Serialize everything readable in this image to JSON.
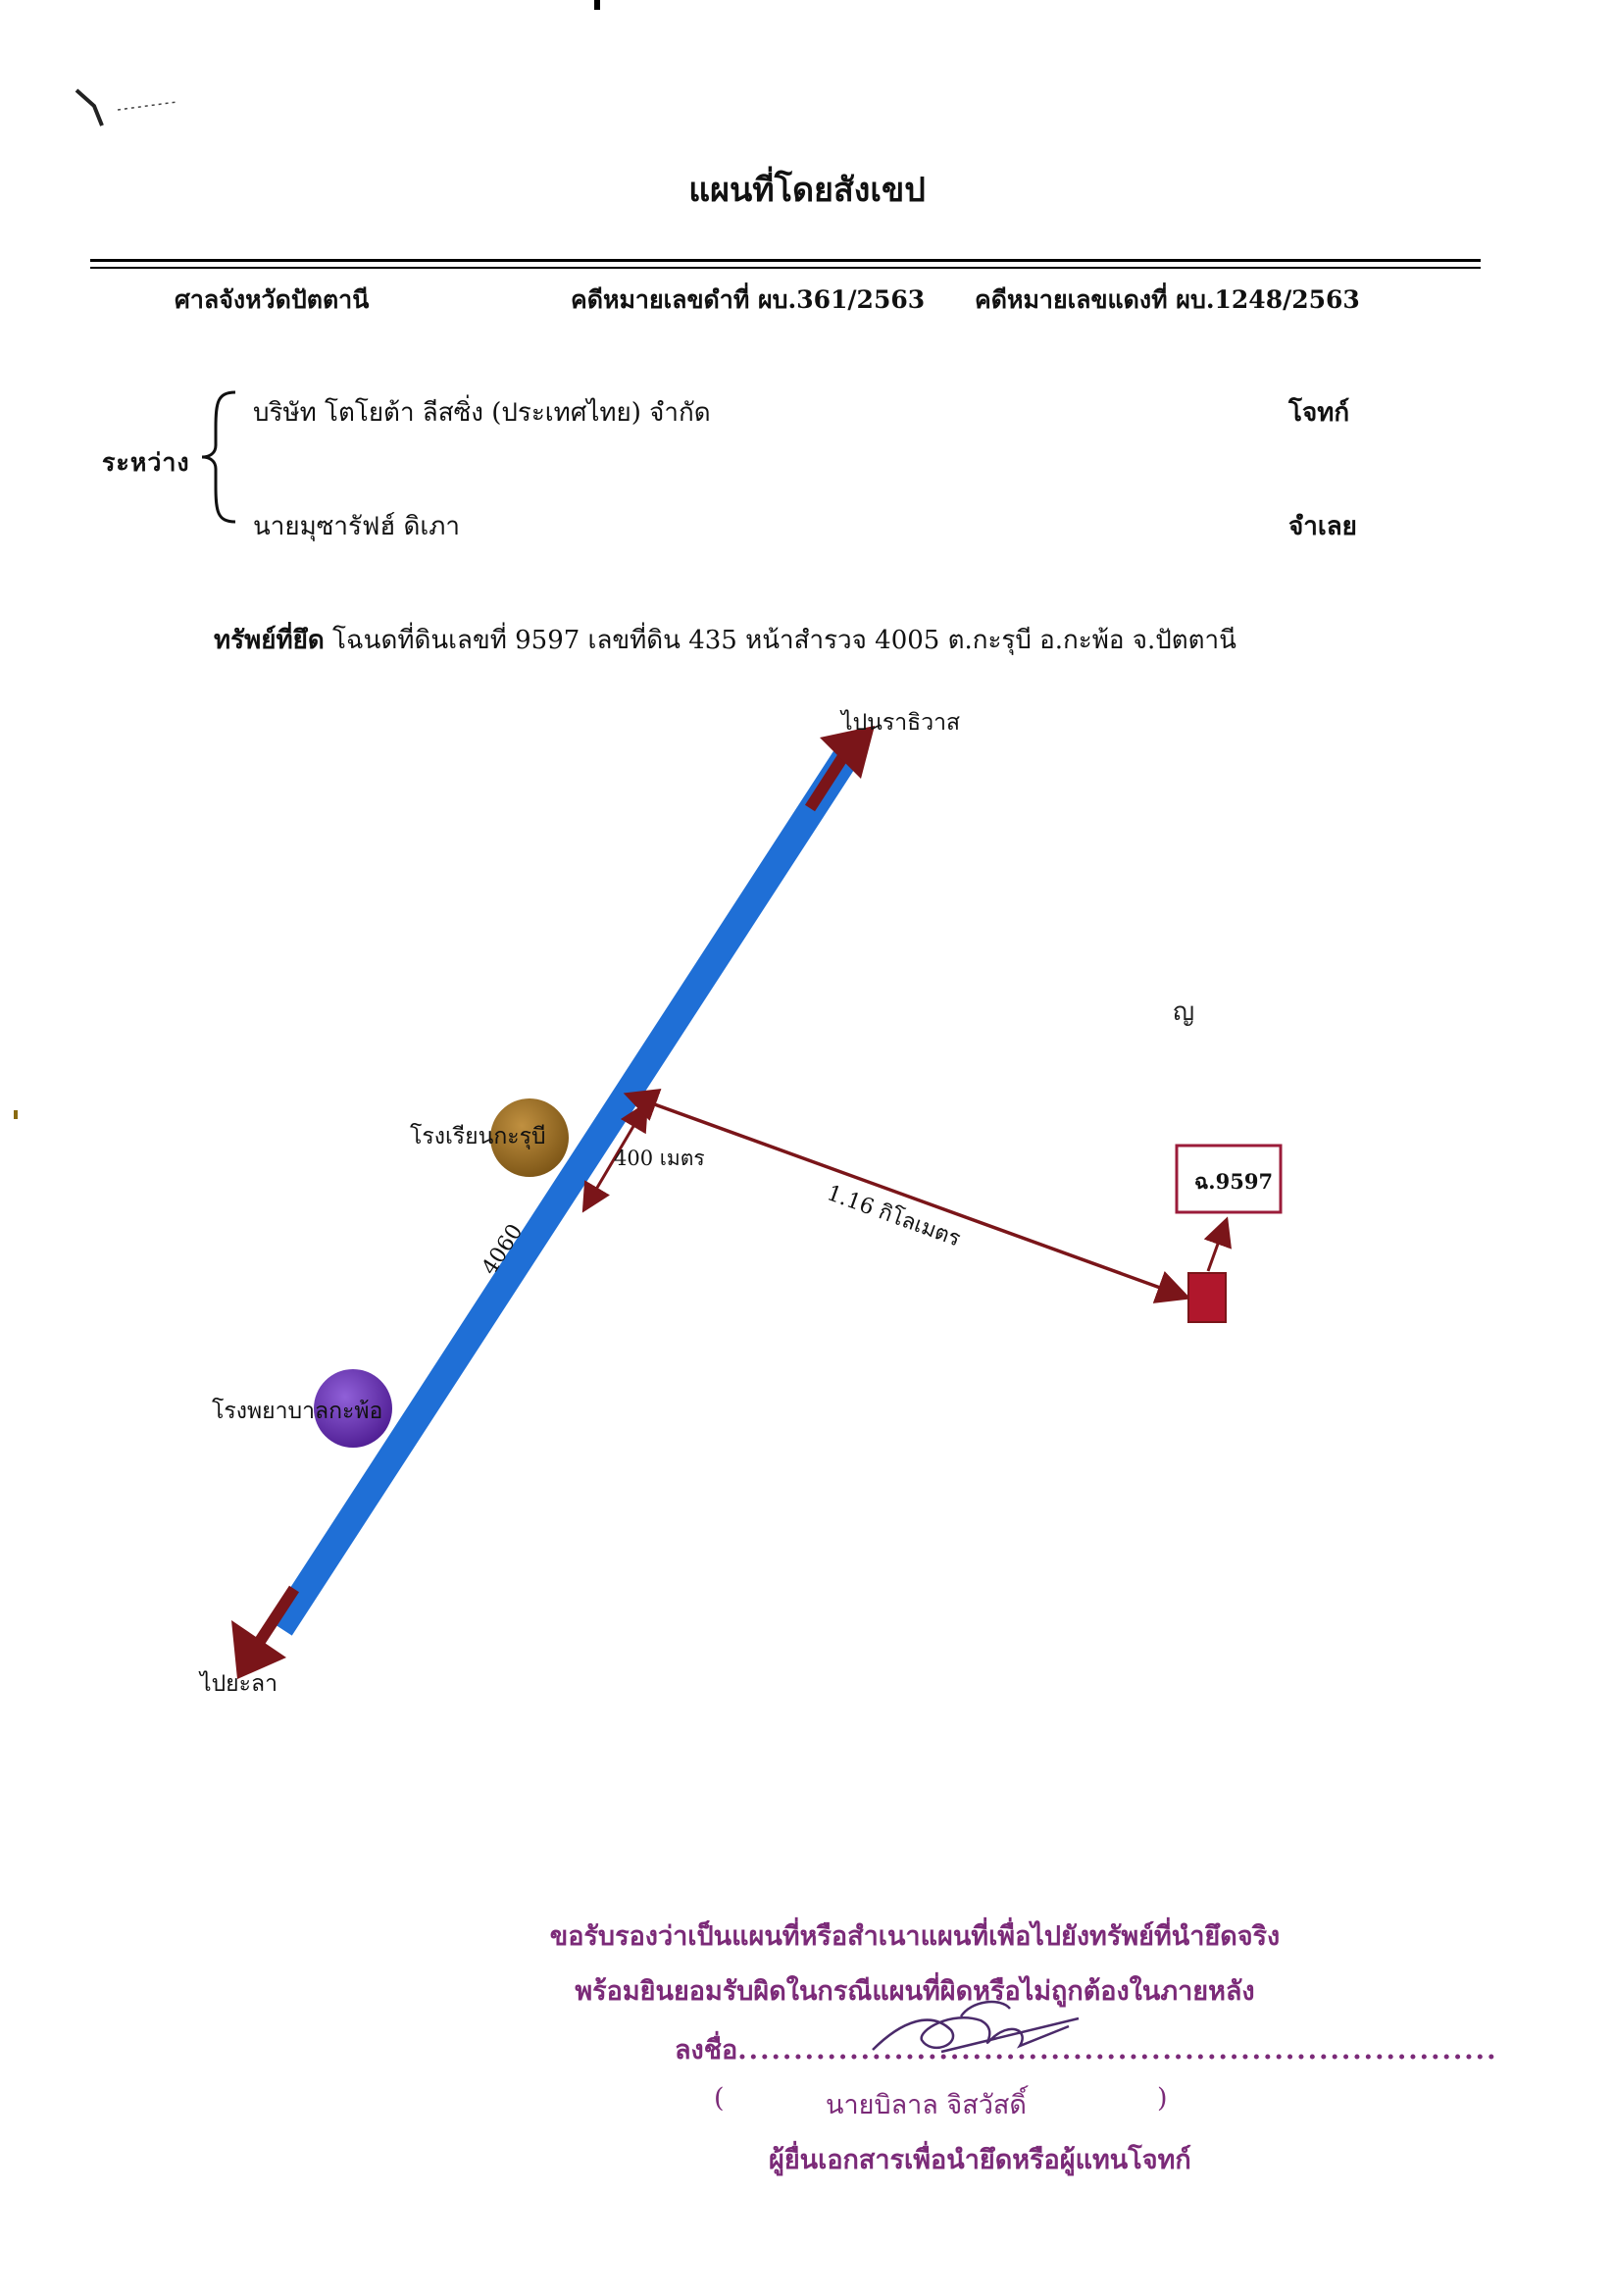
{
  "document": {
    "title": "แผนที่โดยสังเขป",
    "court": "ศาลจังหวัดปัตตานี",
    "black_case": "คดีหมายเลขดำที่ ผบ.361/2563",
    "red_case": "คดีหมายเลขแดงที่ ผบ.1248/2563",
    "between_label": "ระหว่าง",
    "plaintiff": {
      "name": "บริษัท โตโยต้า ลีสซิ่ง (ประเทศไทย) จำกัด",
      "role": "โจทก์"
    },
    "defendant": {
      "name": "นายมุซารัฟฮ์ ดิเภา",
      "role": "จำเลย"
    },
    "property_label": "ทรัพย์ที่ยึด",
    "property_text": "โฉนดที่ดินเลขที่ 9597 เลขที่ดิน 435 หน้าสำรวจ 4005 ต.กะรุบี อ.กะพ้อ จ.ปัตตานี"
  },
  "map": {
    "north_destination": "ไปนราธิวาส",
    "south_destination": "ไปยะลา",
    "road_number": "4060",
    "school_label": "โรงเรียนกะรุบี",
    "hospital_label": "โรงพยาบาลกะพ้อ",
    "distance_along_road": "400 เมตร",
    "distance_to_land": "1.16 กิโลเมตร",
    "land_label": "ฉ.9597",
    "margin_mark": "ญ",
    "colors": {
      "road": "#1f6fd6",
      "arrow": "#7a1519",
      "school": "#9a6a1c",
      "hospital": "#6a2bb0",
      "land": "#b0172c"
    }
  },
  "certification": {
    "line1": "ขอรับรองว่าเป็นแผนที่หรือสำเนาแผนที่เพื่อไปยังทรัพย์ที่นำยึดจริง",
    "line2": "พร้อมยินยอมรับผิดในกรณีแผนที่ผิดหรือไม่ถูกต้องในภายหลัง",
    "sign_label": "ลงชื่อ",
    "open_paren": "(",
    "signer_name": "นายบิลาล   จิสวัสดิ์",
    "close_paren": ")",
    "signer_role": "ผู้ยื่นเอกสารเพื่อนำยึดหรือผู้แทนโจทก์"
  }
}
